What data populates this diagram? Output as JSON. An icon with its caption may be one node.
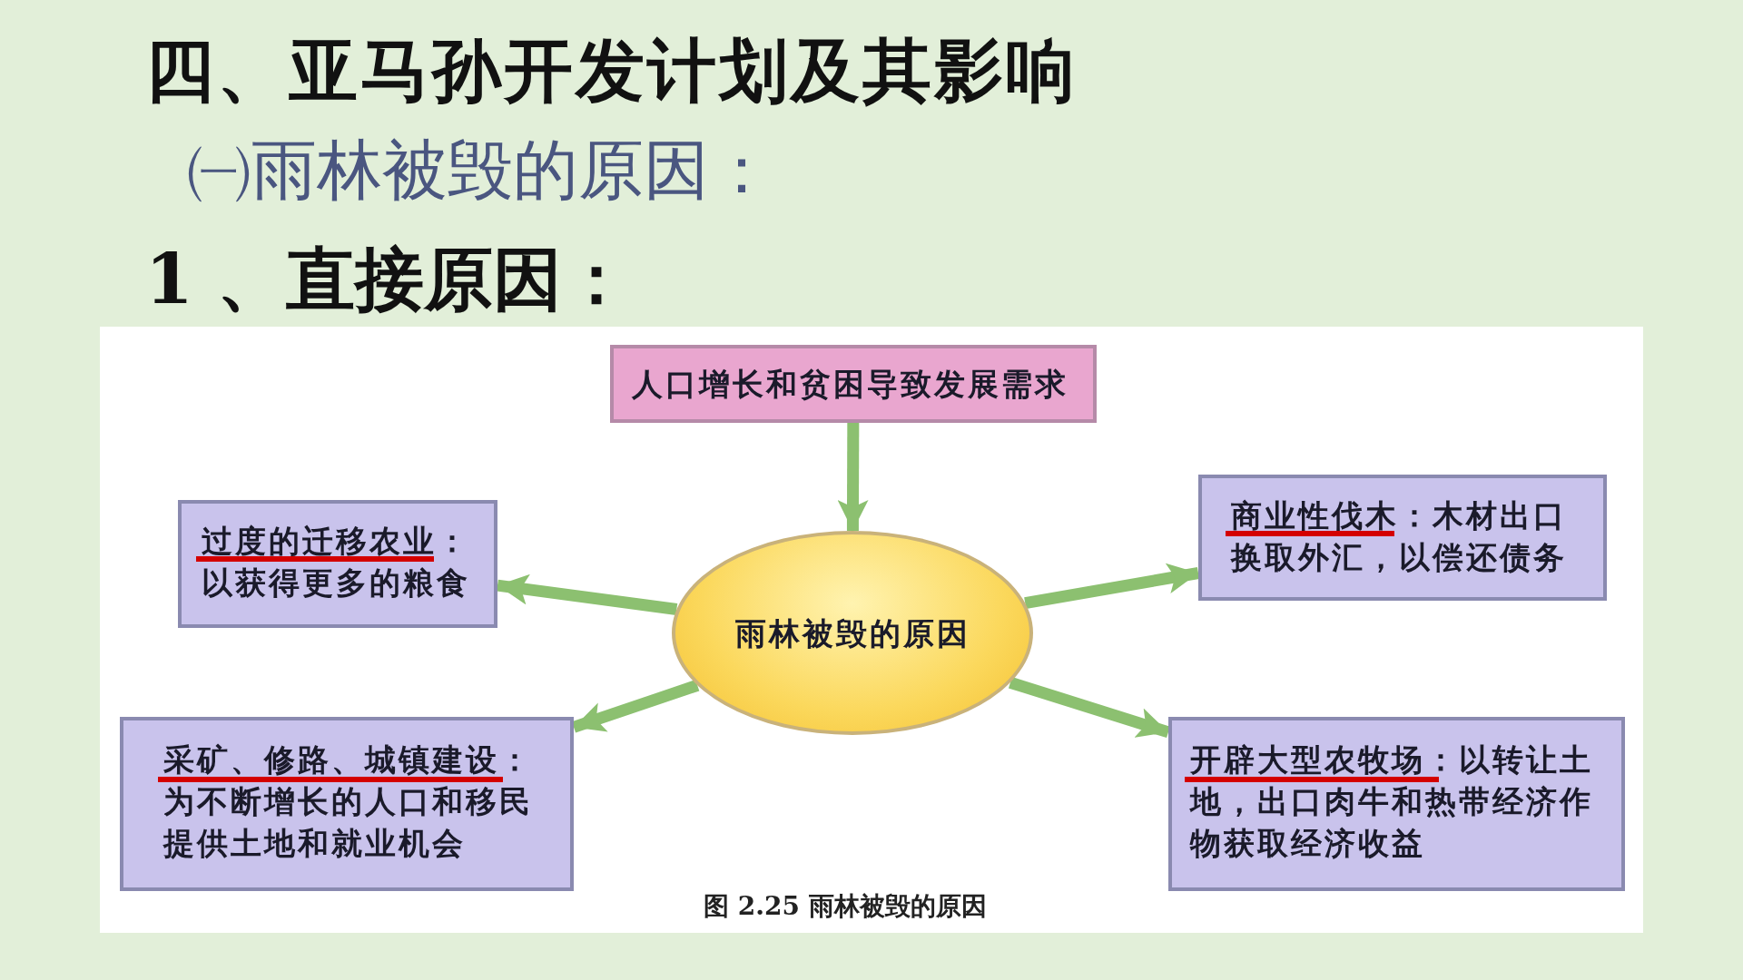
{
  "diagram": {
    "title": "四、亚马孙开发计划及其影响",
    "caption": "图 2.25 雨林被毁的原因",
    "nodes": [
      {
        "text": [
          "人口增长和贫困导致发展需求"
        ]
      },
      {
        "text": [
          "过度的迁移农业：以获得更多的粮食"
        ]
      },
      {
        "text": [
          "商业性伐木：木材出口换取外汇，以偿还债务"
        ]
      },
      {
        "text": [
          "雨林被毁的原因"
        ]
      },
      {
        "text": [
          "采矿、修路、城镇建设：为不断增长的人口和移民提供土地和就业机会"
        ]
      },
      {
        "text": [
          "开辟大型农牧场：以转让土地，出口肉牛和热带经济作物获取经济收益"
        ]
      }
    ],
    "edges": [
      {
        "from": 0,
        "to": 3,
        "arrow": "to"
      },
      {
        "from": 3,
        "to": 1,
        "arrow": "to"
      },
      {
        "from": 3,
        "to": 2,
        "arrow": "to"
      },
      {
        "from": 3,
        "to": 4,
        "arrow": "to"
      },
      {
        "from": 3,
        "to": 5,
        "arrow": "to"
      }
    ],
    "labels": [
      "㈠雨林被毁的原因：",
      "1 、直接原因："
    ]
  }
}
